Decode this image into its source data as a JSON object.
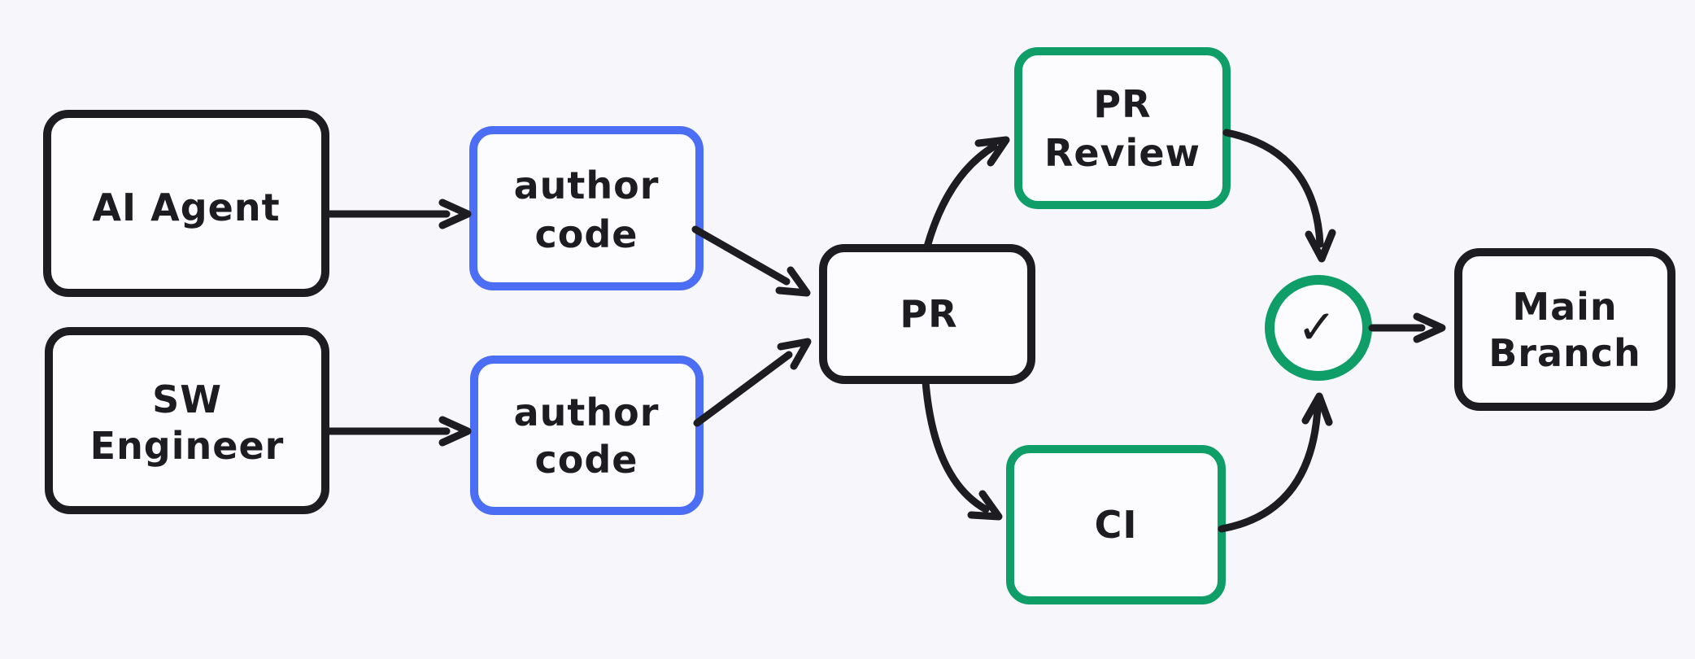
{
  "page": {
    "background": "#f7f7fb"
  },
  "diagram": {
    "colors": {
      "stroke_black": "#1d1d21",
      "stroke_blue": "#4c6ef5",
      "stroke_green": "#0f9d68",
      "node_fill": "#fcfcfe",
      "text": "#1d1d21"
    },
    "nodes": {
      "ai_agent": {
        "label": "AI Agent"
      },
      "sw_engineer": {
        "line1": "SW",
        "line2": "Engineer"
      },
      "author_code_top": {
        "line1": "author",
        "line2": "code"
      },
      "author_code_bottom": {
        "line1": "author",
        "line2": "code"
      },
      "pr": {
        "label": "PR"
      },
      "pr_review": {
        "line1": "PR",
        "line2": "Review"
      },
      "ci": {
        "label": "CI"
      },
      "checks_passed": {
        "symbol": "✓"
      },
      "main_branch": {
        "line1": "Main",
        "line2": "Branch"
      }
    },
    "edges": [
      {
        "from": "ai_agent",
        "to": "author_code_top"
      },
      {
        "from": "sw_engineer",
        "to": "author_code_bottom"
      },
      {
        "from": "author_code_top",
        "to": "pr"
      },
      {
        "from": "author_code_bottom",
        "to": "pr"
      },
      {
        "from": "pr",
        "to": "pr_review"
      },
      {
        "from": "pr",
        "to": "ci"
      },
      {
        "from": "pr_review",
        "to": "checks_passed"
      },
      {
        "from": "ci",
        "to": "checks_passed"
      },
      {
        "from": "checks_passed",
        "to": "main_branch"
      }
    ]
  }
}
